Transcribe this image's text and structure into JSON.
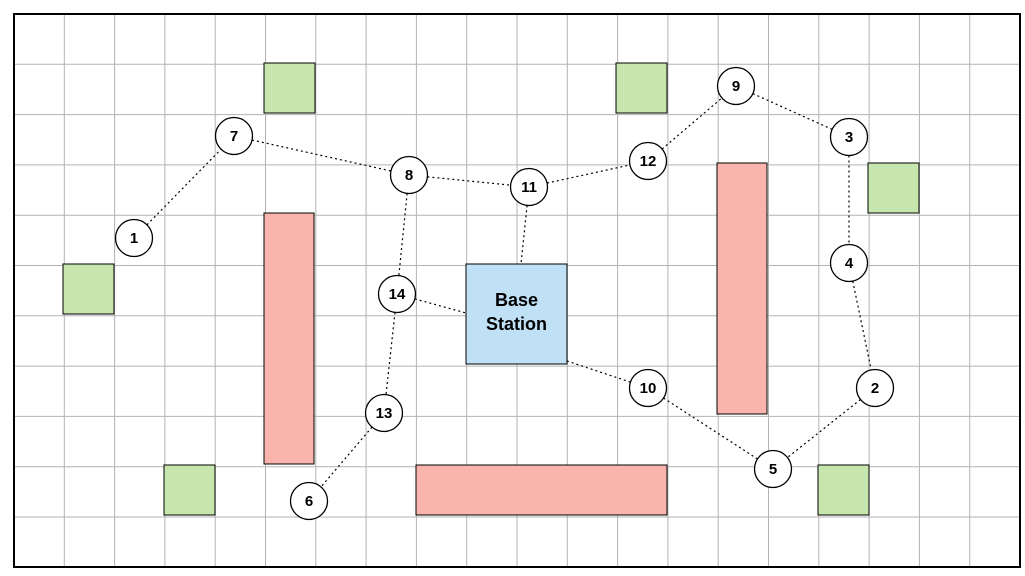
{
  "colors": {
    "grid": "#b3b3b3",
    "border": "#000000",
    "obstacle_fill": "#f8b4ad",
    "obstacle_stroke": "#000000",
    "target_fill": "#c6e6ae",
    "base_fill": "#c0e0f5",
    "node_fill": "#ffffff",
    "node_stroke": "#000000",
    "link": "#000000"
  },
  "base_station": {
    "line1": "Base",
    "line2": "Station"
  },
  "nodes": [
    {
      "id": "1"
    },
    {
      "id": "2"
    },
    {
      "id": "3"
    },
    {
      "id": "4"
    },
    {
      "id": "5"
    },
    {
      "id": "6"
    },
    {
      "id": "7"
    },
    {
      "id": "8"
    },
    {
      "id": "9"
    },
    {
      "id": "10"
    },
    {
      "id": "11"
    },
    {
      "id": "12"
    },
    {
      "id": "13"
    },
    {
      "id": "14"
    }
  ],
  "links": [
    [
      "1",
      "7"
    ],
    [
      "7",
      "8"
    ],
    [
      "8",
      "11"
    ],
    [
      "11",
      "12"
    ],
    [
      "12",
      "9"
    ],
    [
      "9",
      "3"
    ],
    [
      "3",
      "4"
    ],
    [
      "4",
      "2"
    ],
    [
      "2",
      "5"
    ],
    [
      "5",
      "10"
    ],
    [
      "10",
      "base"
    ],
    [
      "11",
      "base"
    ],
    [
      "14",
      "base"
    ],
    [
      "8",
      "14"
    ],
    [
      "14",
      "13"
    ],
    [
      "13",
      "6"
    ]
  ]
}
